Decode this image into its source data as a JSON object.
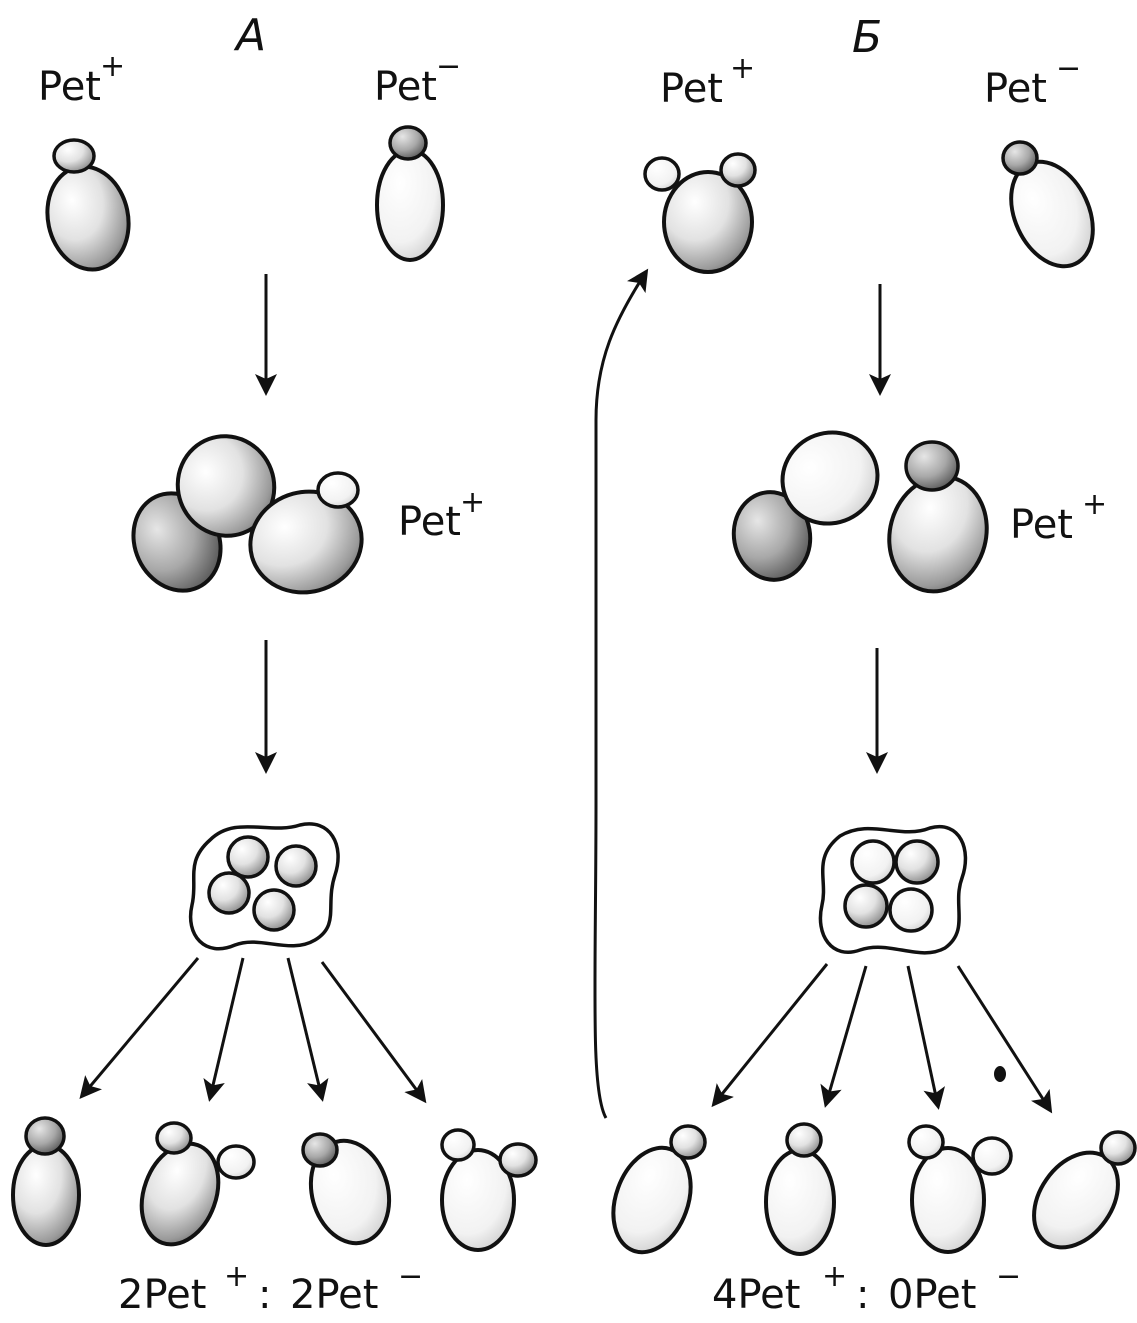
{
  "panels": [
    {
      "letter": "А",
      "parent_left": {
        "label": "Pet",
        "sign": "+"
      },
      "parent_right": {
        "label": "Pet",
        "sign": "−"
      },
      "zygote": {
        "label": "Pet",
        "sign": "+"
      },
      "ratio": {
        "a_num": "2Pet",
        "a_sign": "+",
        "sep": ":",
        "b_num": "2Pet",
        "b_sign": "−"
      }
    },
    {
      "letter": "Б",
      "parent_left": {
        "label": "Pet",
        "sign": "+"
      },
      "parent_right": {
        "label": "Pet",
        "sign": "−"
      },
      "zygote": {
        "label": "Pet",
        "sign": "+"
      },
      "ratio": {
        "a_num": "4Pet",
        "a_sign": "+",
        "sep": ":",
        "b_num": "0Pet",
        "b_sign": "−"
      }
    }
  ]
}
